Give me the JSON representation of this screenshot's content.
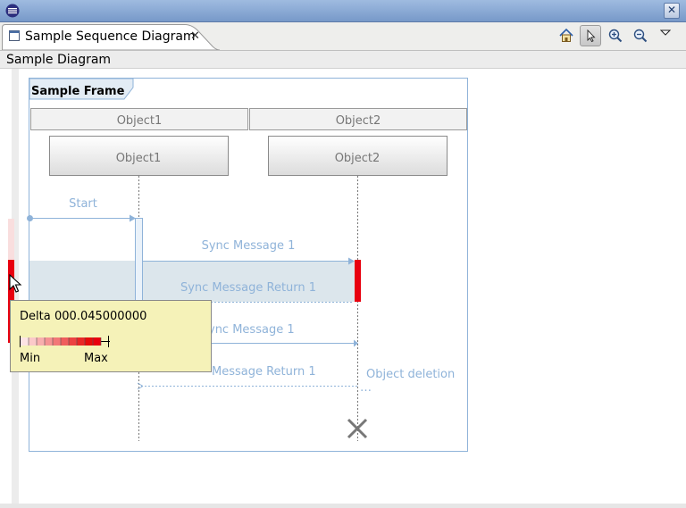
{
  "window": {
    "close_glyph": "✕"
  },
  "tab": {
    "label": "Sample Sequence Diagram",
    "close_glyph": "✕"
  },
  "toolbar": {
    "icons": [
      "home-icon",
      "select-pointer-icon",
      "zoom-in-icon",
      "zoom-out-icon",
      "view-menu-icon"
    ],
    "selected": "select-pointer-icon"
  },
  "diagram": {
    "title": "Sample Diagram",
    "frame_title": "Sample Frame",
    "lifeline_headers": [
      "Object1",
      "Object2"
    ],
    "lifelines": [
      "Object1",
      "Object2"
    ],
    "messages": {
      "start": "Start",
      "sync_message_1": "Sync Message 1",
      "sync_message_return_1": "Sync Message Return 1",
      "async_message_1": "ync Message 1",
      "async_message_return_1": "Message Return 1",
      "object_deletion": "Object deletion",
      "ellipsis": "…"
    }
  },
  "tooltip": {
    "delta_label": "Delta",
    "delta_value": "000.045000000",
    "min_label": "Min",
    "max_label": "Max"
  },
  "colors": {
    "accent_blue": "#8fb3d9",
    "highlight_row": "#dce6ec",
    "execution_red": "#e8000f",
    "tooltip_bg": "#f5f2b8"
  }
}
